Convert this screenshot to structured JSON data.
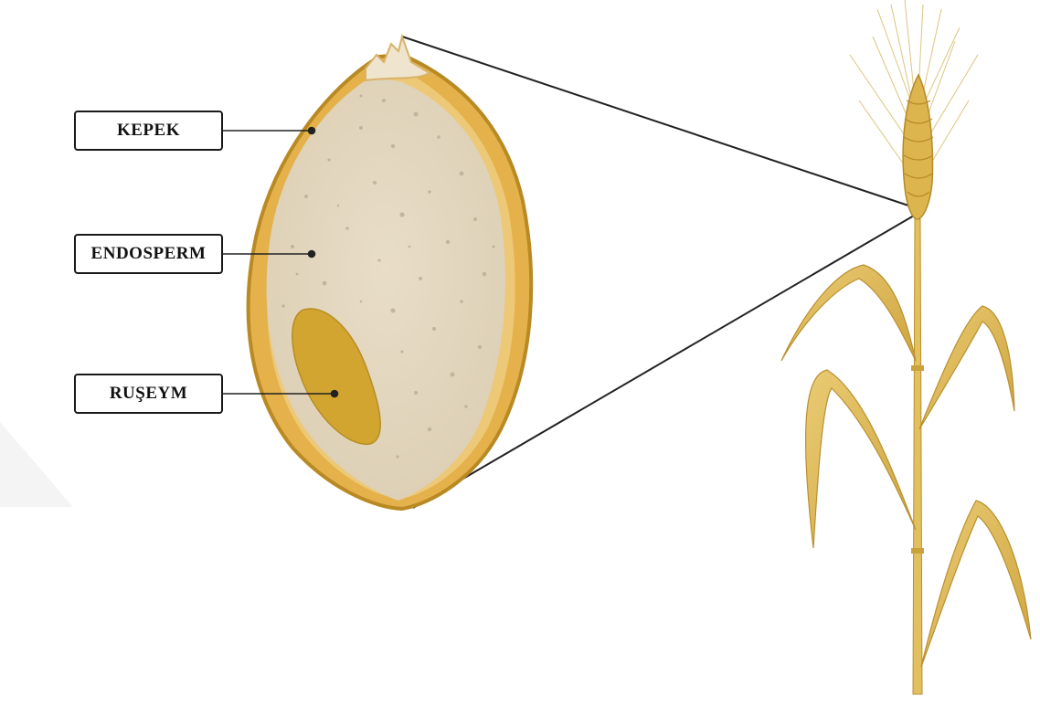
{
  "labels": {
    "bran": "KEPEK",
    "endosperm": "ENDOSPERM",
    "germ": "RUŞEYM"
  },
  "colors": {
    "bran_outer": "#E4B14A",
    "bran_edge": "#B98A24",
    "endosperm": "#E4D8C2",
    "germ": "#D2A531",
    "plant": "#E2C060",
    "plant_dark": "#B89030",
    "leader_line": "#222222"
  }
}
